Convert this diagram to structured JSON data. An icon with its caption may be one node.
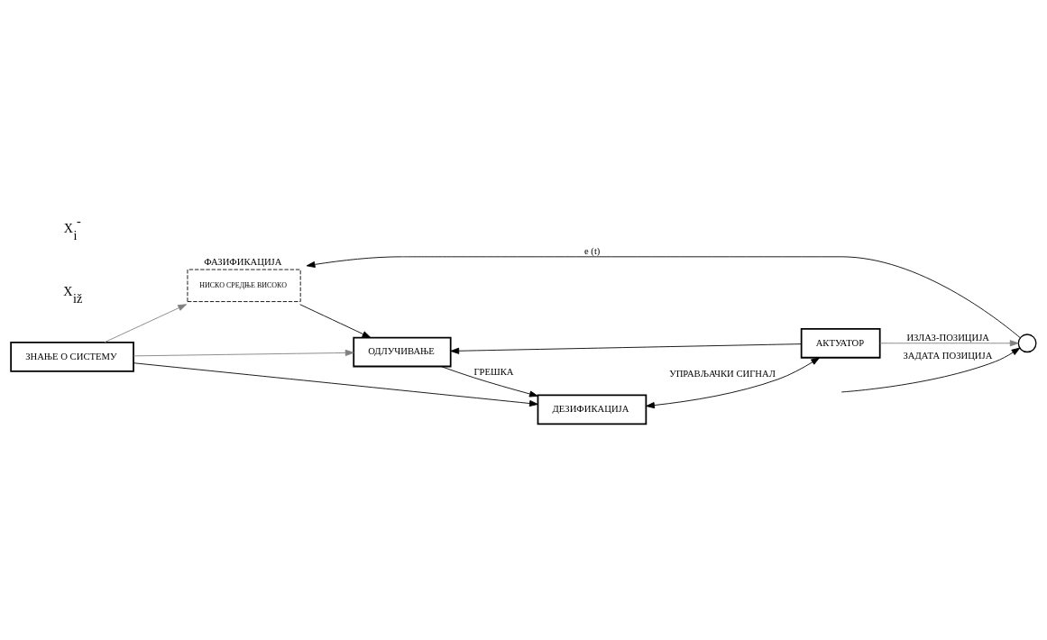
{
  "diagram": {
    "nodes": [
      {
        "text": [
          "ЗНАЊЕ О СИСТЕМУ"
        ]
      },
      {
        "text": [
          "ФАЗИФИКАЦИЈА",
          "НИСКО",
          "СРЕДЊЕ",
          "ВИСОКО"
        ]
      },
      {
        "text": [
          "ДЕЗИФИКАЦИЈА"
        ]
      },
      {
        "text": [],
        "shape": "circle"
      },
      {
        "text": [
          "ОДЛУЧИВАЊЕ"
        ]
      },
      {
        "text": [
          "АКТУАТОР"
        ]
      }
    ],
    "edges": [
      {
        "from": null,
        "to": 3,
        "arrow": "to",
        "label": "ЗАДАТА ПОЗИЦИЈА"
      },
      {
        "from": 3,
        "to": 1,
        "arrow": "to",
        "label": "e (t)"
      },
      {
        "from": 0,
        "to": 1,
        "arrow": "to",
        "color": "#808080"
      },
      {
        "from": 0,
        "to": 2,
        "arrow": "to"
      },
      {
        "from": 0,
        "to": 4,
        "arrow": "to",
        "color": "#808080"
      },
      {
        "from": 1,
        "to": 4,
        "arrow": "to"
      },
      {
        "from": 4,
        "to": 2,
        "arrow": "to",
        "label": "ГРЕШКА"
      },
      {
        "from": 5,
        "to": 4,
        "arrow": "to"
      },
      {
        "from": 2,
        "to": 5,
        "arrow": "both",
        "label": "УПРАВЉАЧКИ СИГНАЛ"
      },
      {
        "from": 5,
        "to": 3,
        "arrow": "to",
        "color": "#808080",
        "label": "ИЗЛАЗ-ПОЗИЦИЈА"
      }
    ],
    "labels": [
      "X$_{iž}$",
      "X$_{i}$$^{-}$"
    ]
  }
}
